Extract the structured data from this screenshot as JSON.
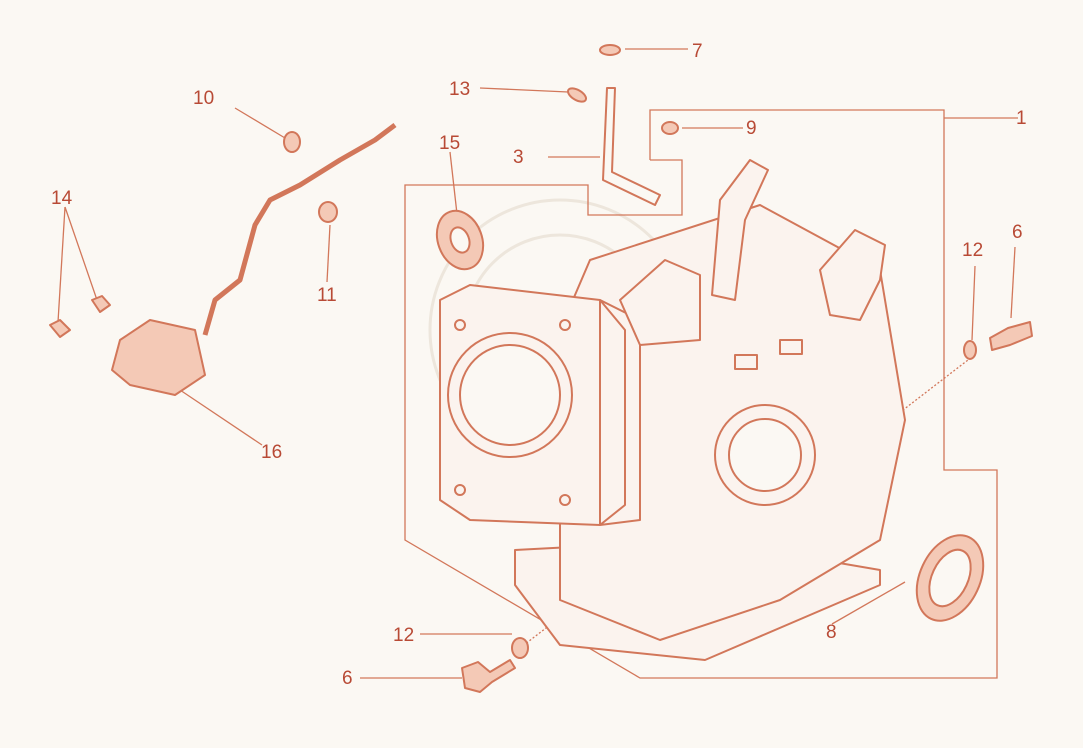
{
  "diagram": {
    "colors": {
      "background": "#fbf8f3",
      "line": "#d2775a",
      "fill": "#f4c9b6",
      "label": "#b84a35",
      "watermark": "#ede6dc"
    },
    "callouts": {
      "c1": "1",
      "c3": "3",
      "c6a": "6",
      "c6b": "6",
      "c7": "7",
      "c8": "8",
      "c9": "9",
      "c10": "10",
      "c11": "11",
      "c12a": "12",
      "c12b": "12",
      "c13": "13",
      "c14": "14",
      "c15": "15",
      "c16": "16"
    }
  }
}
